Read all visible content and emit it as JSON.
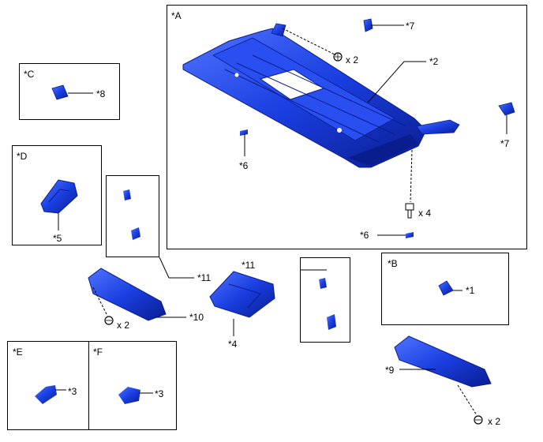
{
  "boxes": {
    "A": "*A",
    "B": "*B",
    "C": "*C",
    "D": "*D",
    "E": "*E",
    "F": "*F"
  },
  "labels": {
    "p2": "*2",
    "p7_top": "*7",
    "p7_right": "*7",
    "x2_top": "x 2",
    "p6_left": "*6",
    "x4": "x 4",
    "p6_bottom": "*6",
    "p8": "*8",
    "p5": "*5",
    "p11_left": "*11",
    "p11_right": "*11",
    "p1": "*1",
    "x2_left": "x 2",
    "p10": "*10",
    "p4": "*4",
    "p9": "*9",
    "x2_right": "x 2",
    "p3_e": "*3",
    "p3_f": "*3"
  },
  "colors": {
    "part_fill": "#1a3ee0",
    "part_dark": "#0a1d8f",
    "part_light": "#4f74ff",
    "line": "#000000"
  }
}
